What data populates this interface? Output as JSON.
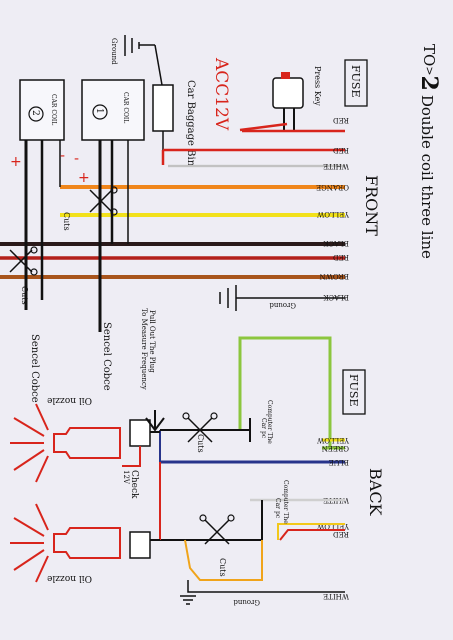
{
  "title": {
    "prefix": "TO",
    "num": "2",
    "rest": "Double coil three line"
  },
  "sections": {
    "front": "FRONT",
    "back": "BACK"
  },
  "fuse_label": "FUSE",
  "fuse_label_2": "FUSE",
  "press_key": "Press Key",
  "acc": "ACC12V",
  "car_baggage_bin": "Car Baggage Bin",
  "ground": "Ground",
  "coils": [
    {
      "num": "2",
      "label": "CAR COIL"
    },
    {
      "num": "1",
      "label": "CAR COIL"
    }
  ],
  "front_wires": [
    "RED",
    "RED",
    "WHITE",
    "ORANGE",
    "YELLOW",
    "BLACK",
    "RED",
    "BROWN",
    "BLACK",
    "Ground"
  ],
  "cuts": [
    "Cuts",
    "Cuts",
    "Cuts",
    "Cuts"
  ],
  "sencel_1": "Sencel Cobce",
  "sencel_2": "Sencel Cobce",
  "pull_out": [
    "Pull Out The Plug",
    "To Measure Frequency"
  ],
  "back_wires": [
    "YELLOW",
    "GREEN",
    "BLUE",
    "WHITE",
    "RED",
    "YELLOW",
    "WHITE",
    "Ground"
  ],
  "computer_1": [
    "Computer The",
    "Car pc"
  ],
  "computer_2": [
    "Computer The",
    "Car pc"
  ],
  "oil_nozzle_1": "Oil nozzle",
  "oil_nozzle_2": "Oil nozzle",
  "check": [
    "Check",
    "12V"
  ]
}
